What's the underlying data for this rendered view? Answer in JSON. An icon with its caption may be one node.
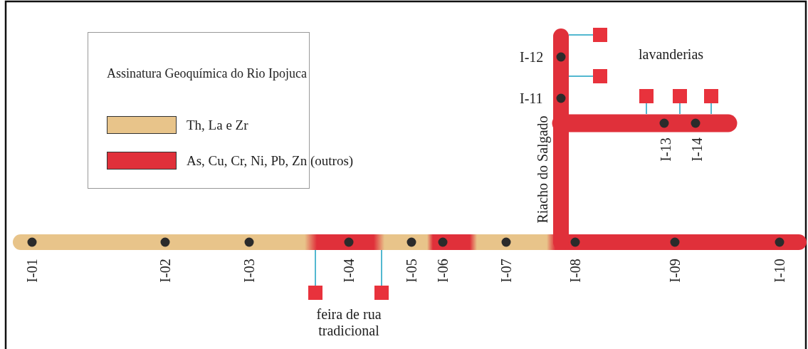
{
  "diagram": {
    "nodes": [
      {
        "text": [],
        "shape": "box"
      },
      {
        "text": [],
        "shape": "box"
      },
      {
        "text": [],
        "shape": "box"
      },
      {
        "text": [],
        "shape": "box"
      },
      {
        "text": [],
        "shape": "box"
      },
      {
        "text": [],
        "shape": "box"
      },
      {
        "text": [],
        "shape": "box"
      }
    ],
    "edges": [
      {
        "from": 0,
        "to": null,
        "arrow": "none"
      },
      {
        "from": 1,
        "to": null,
        "arrow": "none"
      },
      {
        "from": 2,
        "to": null,
        "arrow": "none"
      },
      {
        "from": 3,
        "to": null,
        "arrow": "none"
      },
      {
        "from": 4,
        "to": null,
        "arrow": "none"
      },
      {
        "from": 5,
        "to": null,
        "arrow": "none"
      },
      {
        "from": 6,
        "to": null,
        "arrow": "none"
      }
    ],
    "labels": [
      "Assinatura Geoquímica do Rio Ipojuca",
      "I-12",
      "lavanderias",
      "I-11",
      "Riacho do Salgado",
      "I-13",
      "I-14",
      "I-01",
      "I-02",
      "I-03",
      "I-04",
      "I-05",
      "I-06",
      "I-07",
      "I-08",
      "I-09",
      "I-10",
      "feira de rua tradicional"
    ],
    "legend": [
      {
        "text": "Th, La e Zr",
        "color": "#e8c48a"
      },
      {
        "text": "As, Cu, Cr, Ni, Pb, Zn (outros)",
        "color": "#e0303a"
      }
    ]
  }
}
